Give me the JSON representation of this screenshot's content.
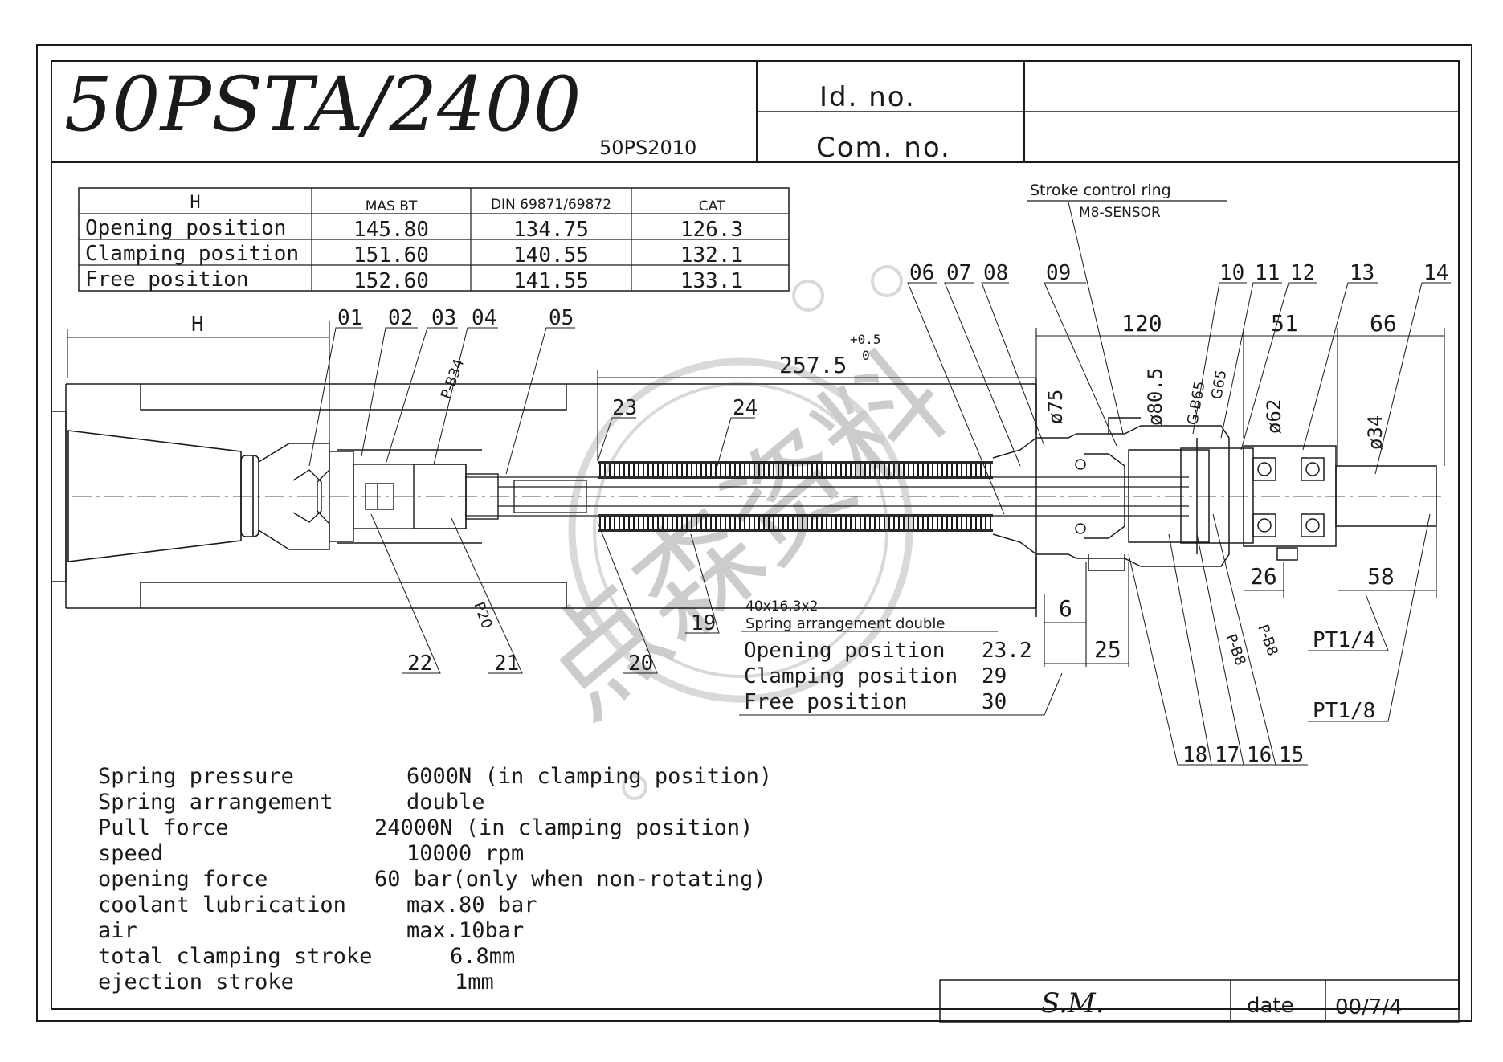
{
  "title": {
    "model": "50PSTA/2400",
    "sub_model": "50PS2010",
    "id_label": "Id. no.",
    "id_value": "",
    "com_label": "Com. no.",
    "com_value": ""
  },
  "table": {
    "headers": [
      "H",
      "MAS BT",
      "DIN 69871/69872",
      "CAT"
    ],
    "rows": [
      {
        "label": "Opening position",
        "values": [
          "145.80",
          "134.75",
          "126.3"
        ]
      },
      {
        "label": "Clamping position",
        "values": [
          "151.60",
          "140.55",
          "132.1"
        ]
      },
      {
        "label": "Free position",
        "values": [
          "152.60",
          "141.55",
          "133.1"
        ]
      }
    ]
  },
  "callouts": {
    "stroke_ring": "Stroke control ring",
    "sensor": "M8-SENSOR",
    "top_numbers": [
      "01",
      "02",
      "03",
      "04",
      "05",
      "06",
      "07",
      "08",
      "09",
      "10",
      "11",
      "12",
      "13",
      "14"
    ],
    "bottom_numbers": [
      "22",
      "21",
      "20",
      "19",
      "18",
      "17",
      "16",
      "15"
    ],
    "inner_numbers": [
      "23",
      "24"
    ],
    "seals": [
      "P-B34",
      "P20",
      "G-B65",
      "G65",
      "P-B8",
      "P-B8"
    ],
    "ports": [
      "PT1/4",
      "PT1/8"
    ]
  },
  "dimensions": {
    "h": "H",
    "length": "257.5",
    "tol_plus": "+0.5",
    "tol_zero": "0",
    "d120": "120",
    "d51": "51",
    "d66": "66",
    "d58": "58",
    "d26": "26",
    "d6": "6",
    "d25": "25",
    "dia75": "ø75",
    "dia80": "ø80.5",
    "dia62": "ø62",
    "dia34": "ø34"
  },
  "spring_note": {
    "size": "40x16.3x2",
    "arrangement": "Spring arrangement double"
  },
  "stroke_positions": [
    {
      "label": "Opening position",
      "value": "23.2"
    },
    {
      "label": "Clamping position",
      "value": "29"
    },
    {
      "label": "Free position",
      "value": "30"
    }
  ],
  "specs": [
    {
      "label": "Spring pressure",
      "value": "6000N (in clamping position)"
    },
    {
      "label": "Spring arrangement",
      "value": "double"
    },
    {
      "label": "Pull force",
      "value": "24000N (in clamping position)"
    },
    {
      "label": "speed",
      "value": "10000 rpm"
    },
    {
      "label": "opening force",
      "value": "60 bar(only when non-rotating)"
    },
    {
      "label": "coolant lubrication",
      "value": "max.80 bar"
    },
    {
      "label": "air",
      "value": "max.10bar"
    },
    {
      "label": "total clamping stroke",
      "value": "6.8mm"
    },
    {
      "label": "ejection stroke",
      "value": "1mm"
    }
  ],
  "footer": {
    "signature": "S.M.",
    "date_label": "date",
    "date_value": "00/7/4"
  },
  "watermark": "点森资料"
}
